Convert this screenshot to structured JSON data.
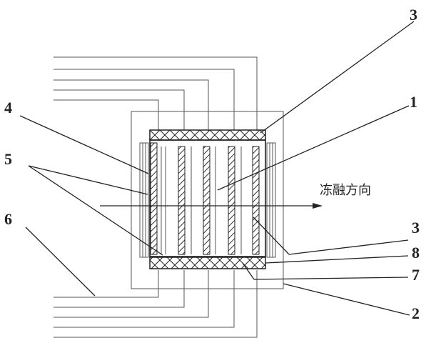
{
  "labels": {
    "top_3": "3",
    "label_1": "1",
    "label_4": "4",
    "label_5": "5",
    "label_6": "6",
    "right_3": "3",
    "label_8": "8",
    "label_7": "7",
    "label_2": "2",
    "direction": "冻融方向"
  },
  "colors": {
    "line": "#222222",
    "thin_line": "#555555",
    "hatch": "#333333"
  }
}
